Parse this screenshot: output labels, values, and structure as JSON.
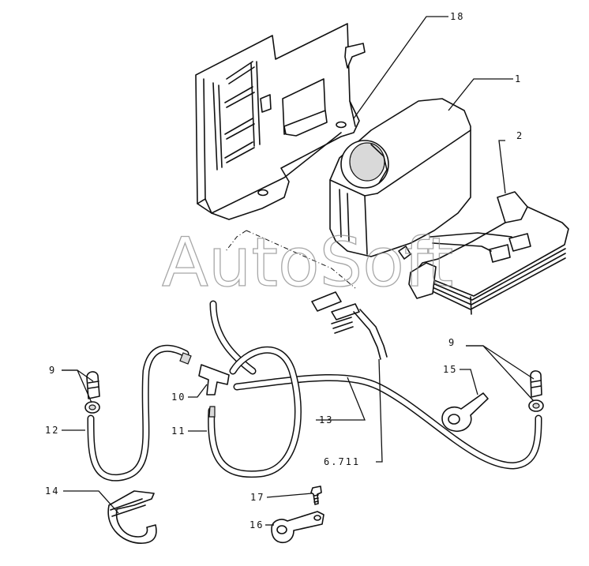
{
  "watermark": "AutoSoft",
  "callouts": {
    "c18": "18",
    "c1": "1",
    "c2": "2",
    "c9a": "9",
    "c9b": "9",
    "c10": "10",
    "c11": "11",
    "c12": "12",
    "c13": "13",
    "c14": "14",
    "c15": "15",
    "c16": "16",
    "c17": "17",
    "c6711": "6.711"
  },
  "parts": {
    "bracket": "bracket",
    "reservoir": "reservoir",
    "wiring_harness": "wiring-harness",
    "hoses": "hoses",
    "t_connector": "t-connector",
    "nozzles": "nozzles",
    "clips": "clips",
    "screw": "screw"
  }
}
